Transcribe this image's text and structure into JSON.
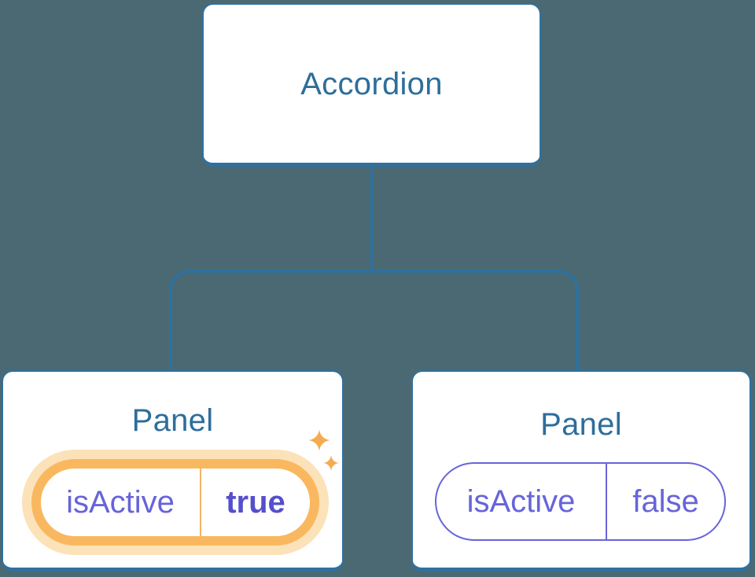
{
  "diagram": {
    "type": "component-state-tree",
    "root": {
      "label": "Accordion"
    },
    "panels": [
      {
        "label": "Panel",
        "state": {
          "name": "isActive",
          "value": "true"
        },
        "highlighted": true
      },
      {
        "label": "Panel",
        "state": {
          "name": "isActive",
          "value": "false"
        },
        "highlighted": false
      }
    ]
  },
  "icons": {
    "sparkle_large": "sparkle-icon",
    "sparkle_small": "sparkle-icon"
  },
  "colors": {
    "background": "#4B6972",
    "node_fill": "#FFFFFF",
    "node_border": "#2F719F",
    "node_text": "#2D6E9B",
    "state_text": "#6764D9",
    "state_value_active": "#554FCC",
    "active_ring": "#F9B860",
    "active_glow": "#FCE2B8",
    "active_divider": "#F3B568",
    "sparkle": "#F4AB51"
  }
}
